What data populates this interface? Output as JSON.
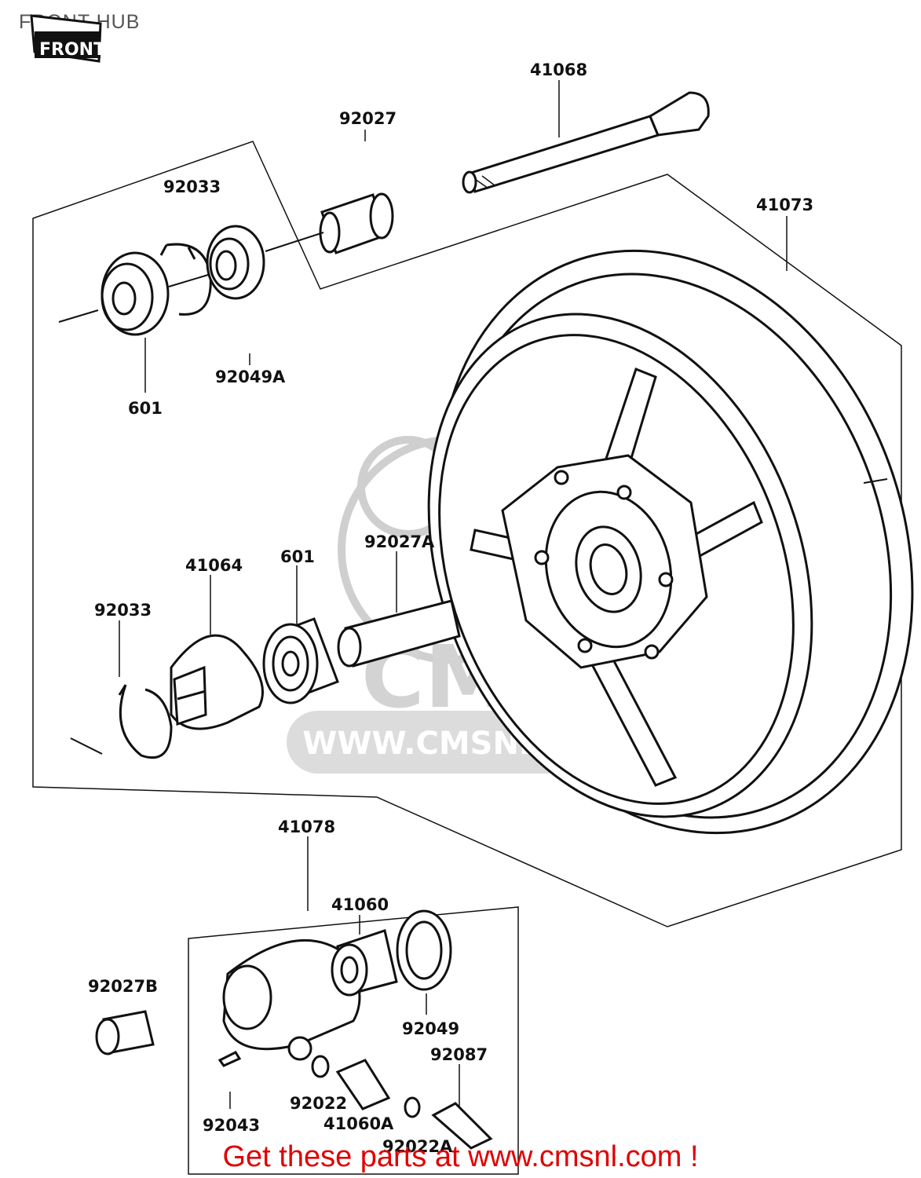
{
  "title": "FRONT HUB",
  "front_mark": "FRONT",
  "watermark": {
    "logo_text": "CMS",
    "url_text": "WWW.CMSNL.COM"
  },
  "parts": {
    "p41068": "41068",
    "p92027": "92027",
    "p92033_top": "92033",
    "p41073": "41073",
    "p601_top": "601",
    "p92049A": "92049A",
    "p41064": "41064",
    "p601_mid": "601",
    "p92027A": "92027A",
    "p92033_mid": "92033",
    "p41078": "41078",
    "p41060": "41060",
    "p92027B": "92027B",
    "p92049": "92049",
    "p92087": "92087",
    "p92022": "92022",
    "p92043": "92043",
    "p41060A": "41060A",
    "p92022A": "92022A"
  },
  "footer": "Get these parts at www.cmsnl.com !"
}
